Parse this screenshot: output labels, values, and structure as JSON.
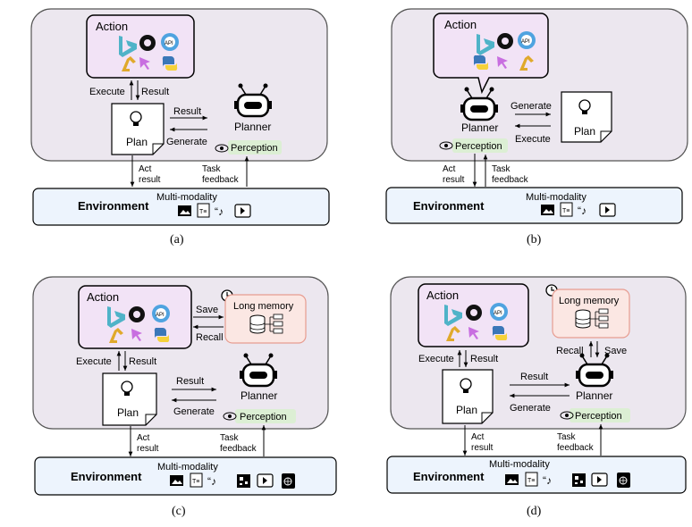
{
  "panels": [
    {
      "caption": "(a)",
      "action_title": "Action",
      "planner_label": "Planner",
      "plan_label": "Plan",
      "perception_label": "Perception",
      "execute_label": "Execute",
      "result_label_top": "Result",
      "result_label_mid": "Result",
      "generate_label": "Generate",
      "act_result_label": [
        "Act",
        "result"
      ],
      "task_feedback_label": [
        "Task",
        "feedback"
      ],
      "environment_label": "Environment",
      "multimodality_label": "Multi-modality"
    },
    {
      "caption": "(b)",
      "action_title": "Action",
      "planner_label": "Planner",
      "plan_label": "Plan",
      "perception_label": "Perception",
      "generate_label": "Generate",
      "execute_label": "Execute",
      "act_result_label": [
        "Act",
        "result"
      ],
      "task_feedback_label": [
        "Task",
        "feedback"
      ],
      "environment_label": "Environment",
      "multimodality_label": "Multi-modality"
    },
    {
      "caption": "(c)",
      "action_title": "Action",
      "memory_label": "Long memory",
      "save_label": "Save",
      "recall_label": "Recall",
      "planner_label": "Planner",
      "plan_label": "Plan",
      "perception_label": "Perception",
      "execute_label": "Execute",
      "result_label_top": "Result",
      "result_label_mid": "Result",
      "generate_label": "Generate",
      "act_result_label": [
        "Act",
        "result"
      ],
      "task_feedback_label": [
        "Task",
        "feedback"
      ],
      "environment_label": "Environment",
      "multimodality_label": "Multi-modality"
    },
    {
      "caption": "(d)",
      "action_title": "Action",
      "memory_label": "Long memory",
      "recall_label": "Recall",
      "save_label": "Save",
      "planner_label": "Planner",
      "plan_label": "Plan",
      "perception_label": "Perception",
      "execute_label": "Execute",
      "result_label_top": "Result",
      "result_label_mid": "Result",
      "generate_label": "Generate",
      "act_result_label": [
        "Act",
        "result"
      ],
      "task_feedback_label": [
        "Task",
        "feedback"
      ],
      "environment_label": "Environment",
      "multimodality_label": "Multi-modality"
    }
  ],
  "colors": {
    "agent_box": "#ece7ef",
    "action_box": "#f2e3f6",
    "env_box": "#edf4fd",
    "perception": "#dcefd4",
    "memory_box": "#fbe7e3",
    "memory_border": "#e79c90"
  }
}
